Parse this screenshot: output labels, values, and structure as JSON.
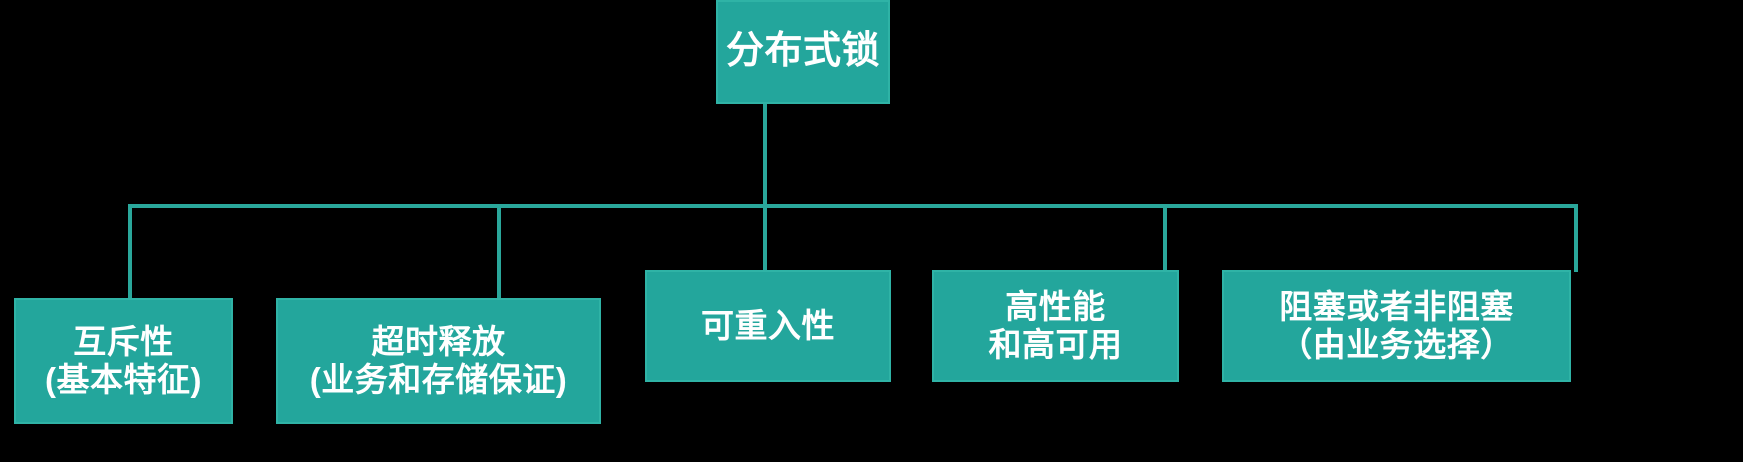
{
  "diagram": {
    "title": "分布式锁",
    "type": "tree",
    "orientation": "top-down",
    "colors": {
      "node_fill": "#23a69c",
      "node_border": "#2fb3a6",
      "node_text": "#ffffff",
      "connector": "#2aa79b",
      "background": "#000000"
    },
    "root": {
      "id": "root",
      "label": "分布式锁",
      "lines": [
        "分布式锁"
      ]
    },
    "children": [
      {
        "id": "child-1",
        "lines": [
          "互斥性",
          "(基本特征)"
        ],
        "line1": "互斥性",
        "line2": "(基本特征)"
      },
      {
        "id": "child-2",
        "lines": [
          "超时释放",
          "(业务和存储保证)"
        ],
        "line1": "超时释放",
        "line2": "(业务和存储保证)"
      },
      {
        "id": "child-3",
        "lines": [
          "可重入性"
        ],
        "line1": "可重入性",
        "line2": ""
      },
      {
        "id": "child-4",
        "lines": [
          "高性能",
          "和高可用"
        ],
        "line1": "高性能",
        "line2": "和高可用"
      },
      {
        "id": "child-5",
        "lines": [
          "阻塞或者非阻塞",
          "（由业务选择）"
        ],
        "line1": "阻塞或者非阻塞",
        "line2": "（由业务选择）"
      }
    ]
  }
}
